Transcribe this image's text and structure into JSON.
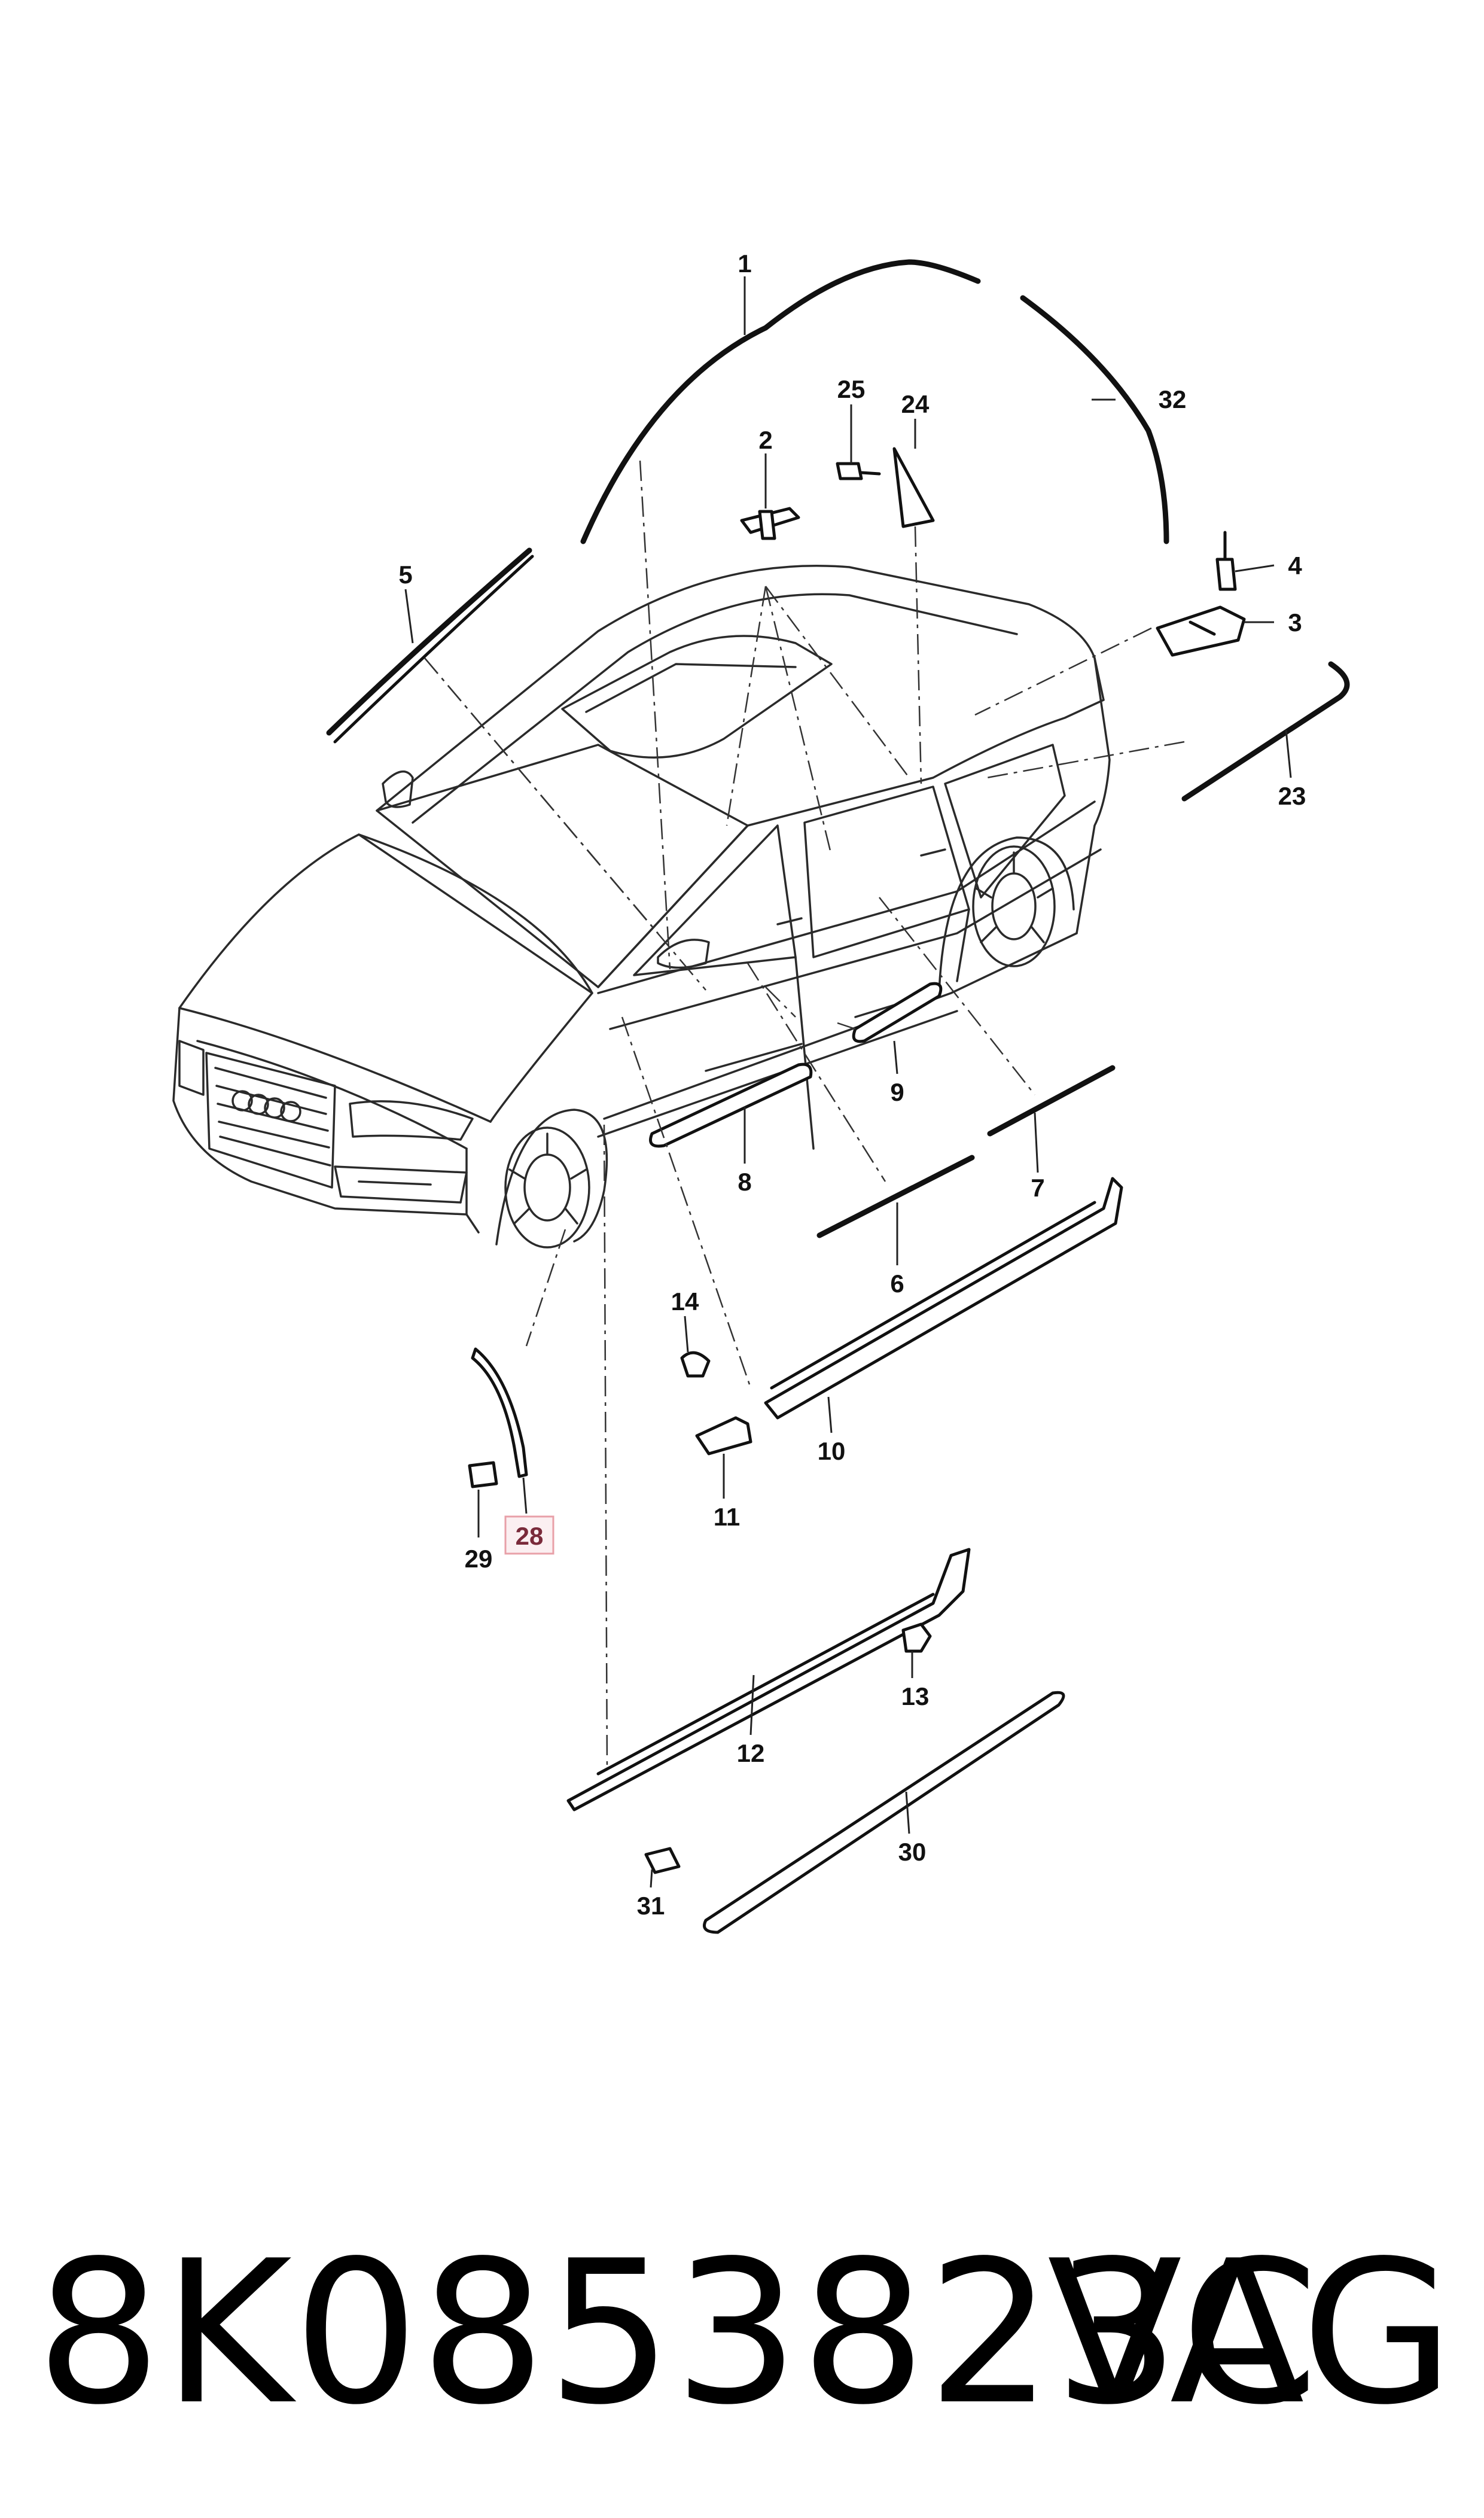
{
  "diagram": {
    "callouts": [
      "1",
      "2",
      "3",
      "4",
      "5",
      "6",
      "7",
      "8",
      "9",
      "10",
      "11",
      "12",
      "13",
      "14",
      "23",
      "24",
      "25",
      "28",
      "29",
      "30",
      "31",
      "32"
    ],
    "highlighted_callout": "28",
    "highlight_color": "#e8a0a8"
  },
  "footer": {
    "part_number": "8K0853823C",
    "brand": "VAG"
  }
}
